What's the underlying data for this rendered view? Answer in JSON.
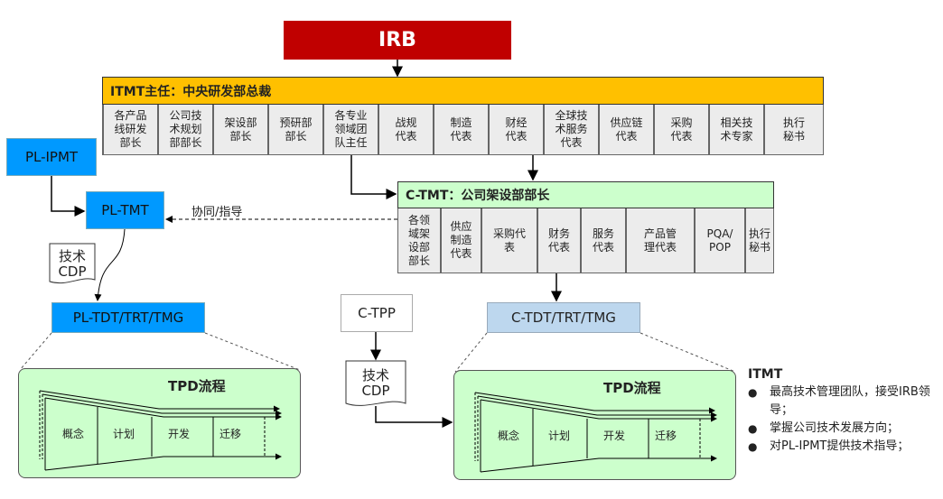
{
  "irb": {
    "label": "IRB"
  },
  "itmt": {
    "header": "ITMT主任：中央研发部总裁",
    "members": [
      "各产品\n线研发\n部长",
      "公司技\n术规划\n部部长",
      "架设部\n部长",
      "预研部\n部长",
      "各专业\n领域团\n队主任",
      "战规\n代表",
      "制造\n代表",
      "财经\n代表",
      "全球技\n术服务\n代表",
      "供应链\n代表",
      "采购\n代表",
      "相关技\n术专家",
      "执行\n秘书"
    ]
  },
  "ctmt": {
    "header": "C-TMT：公司架设部部长",
    "members": [
      "各领\n域架\n设部\n部长",
      "供应\n制造\n代表",
      "采购代\n表",
      "财务\n代表",
      "服务\n代表",
      "产品管\n理代表",
      "PQA/\nPOP",
      "执行\n秘书"
    ]
  },
  "left": {
    "pl_ipmt": "PL-IPMT",
    "pl_tmt": "PL-TMT",
    "collab_label": "协同/指导",
    "doc": "技术\nCDP",
    "pl_tdt": "PL-TDT/TRT/TMG"
  },
  "right": {
    "c_tpp": "C-TPP",
    "doc": "技术\nCDP",
    "c_tdt": "C-TDT/TRT/TMG"
  },
  "tpd": {
    "title": "TPD流程",
    "stages": [
      "概念",
      "计划",
      "开发",
      "迁移"
    ]
  },
  "legend": {
    "title": "ITMT",
    "items": [
      "最高技术管理团队，接受IRB领导；",
      "掌握公司技术发展方向；",
      "对PL-IPMT提供技术指导；"
    ]
  },
  "colors": {
    "irb": "#c00000",
    "itmt_header": "#ffc000",
    "ctmt_header": "#ccffcc",
    "pl_blue": "#0099ff",
    "c_tdt": "#bdd7ee",
    "tpd_bg": "#ccffcc",
    "cell_bg": "#ececec"
  }
}
